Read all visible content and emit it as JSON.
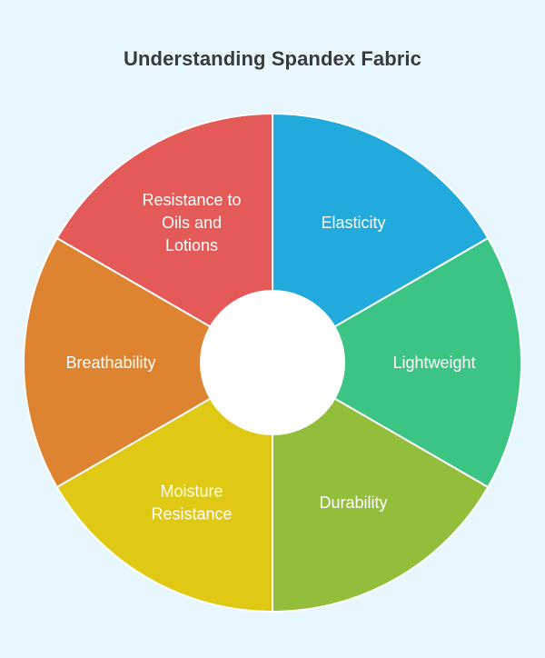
{
  "title": "Understanding Spandex Fabric",
  "segments": [
    {
      "lines": [
        "Elasticity"
      ],
      "color": "#21aadb"
    },
    {
      "lines": [
        "Lightweight"
      ],
      "color": "#3cc484"
    },
    {
      "lines": [
        "Durability"
      ],
      "color": "#93be3b"
    },
    {
      "lines": [
        "Moisture",
        "Resistance"
      ],
      "color": "#dfc915"
    },
    {
      "lines": [
        "Breathability"
      ],
      "color": "#de8431"
    },
    {
      "lines": [
        "Resistance to",
        "Oils and",
        "Lotions"
      ],
      "color": "#e45a58"
    }
  ]
}
